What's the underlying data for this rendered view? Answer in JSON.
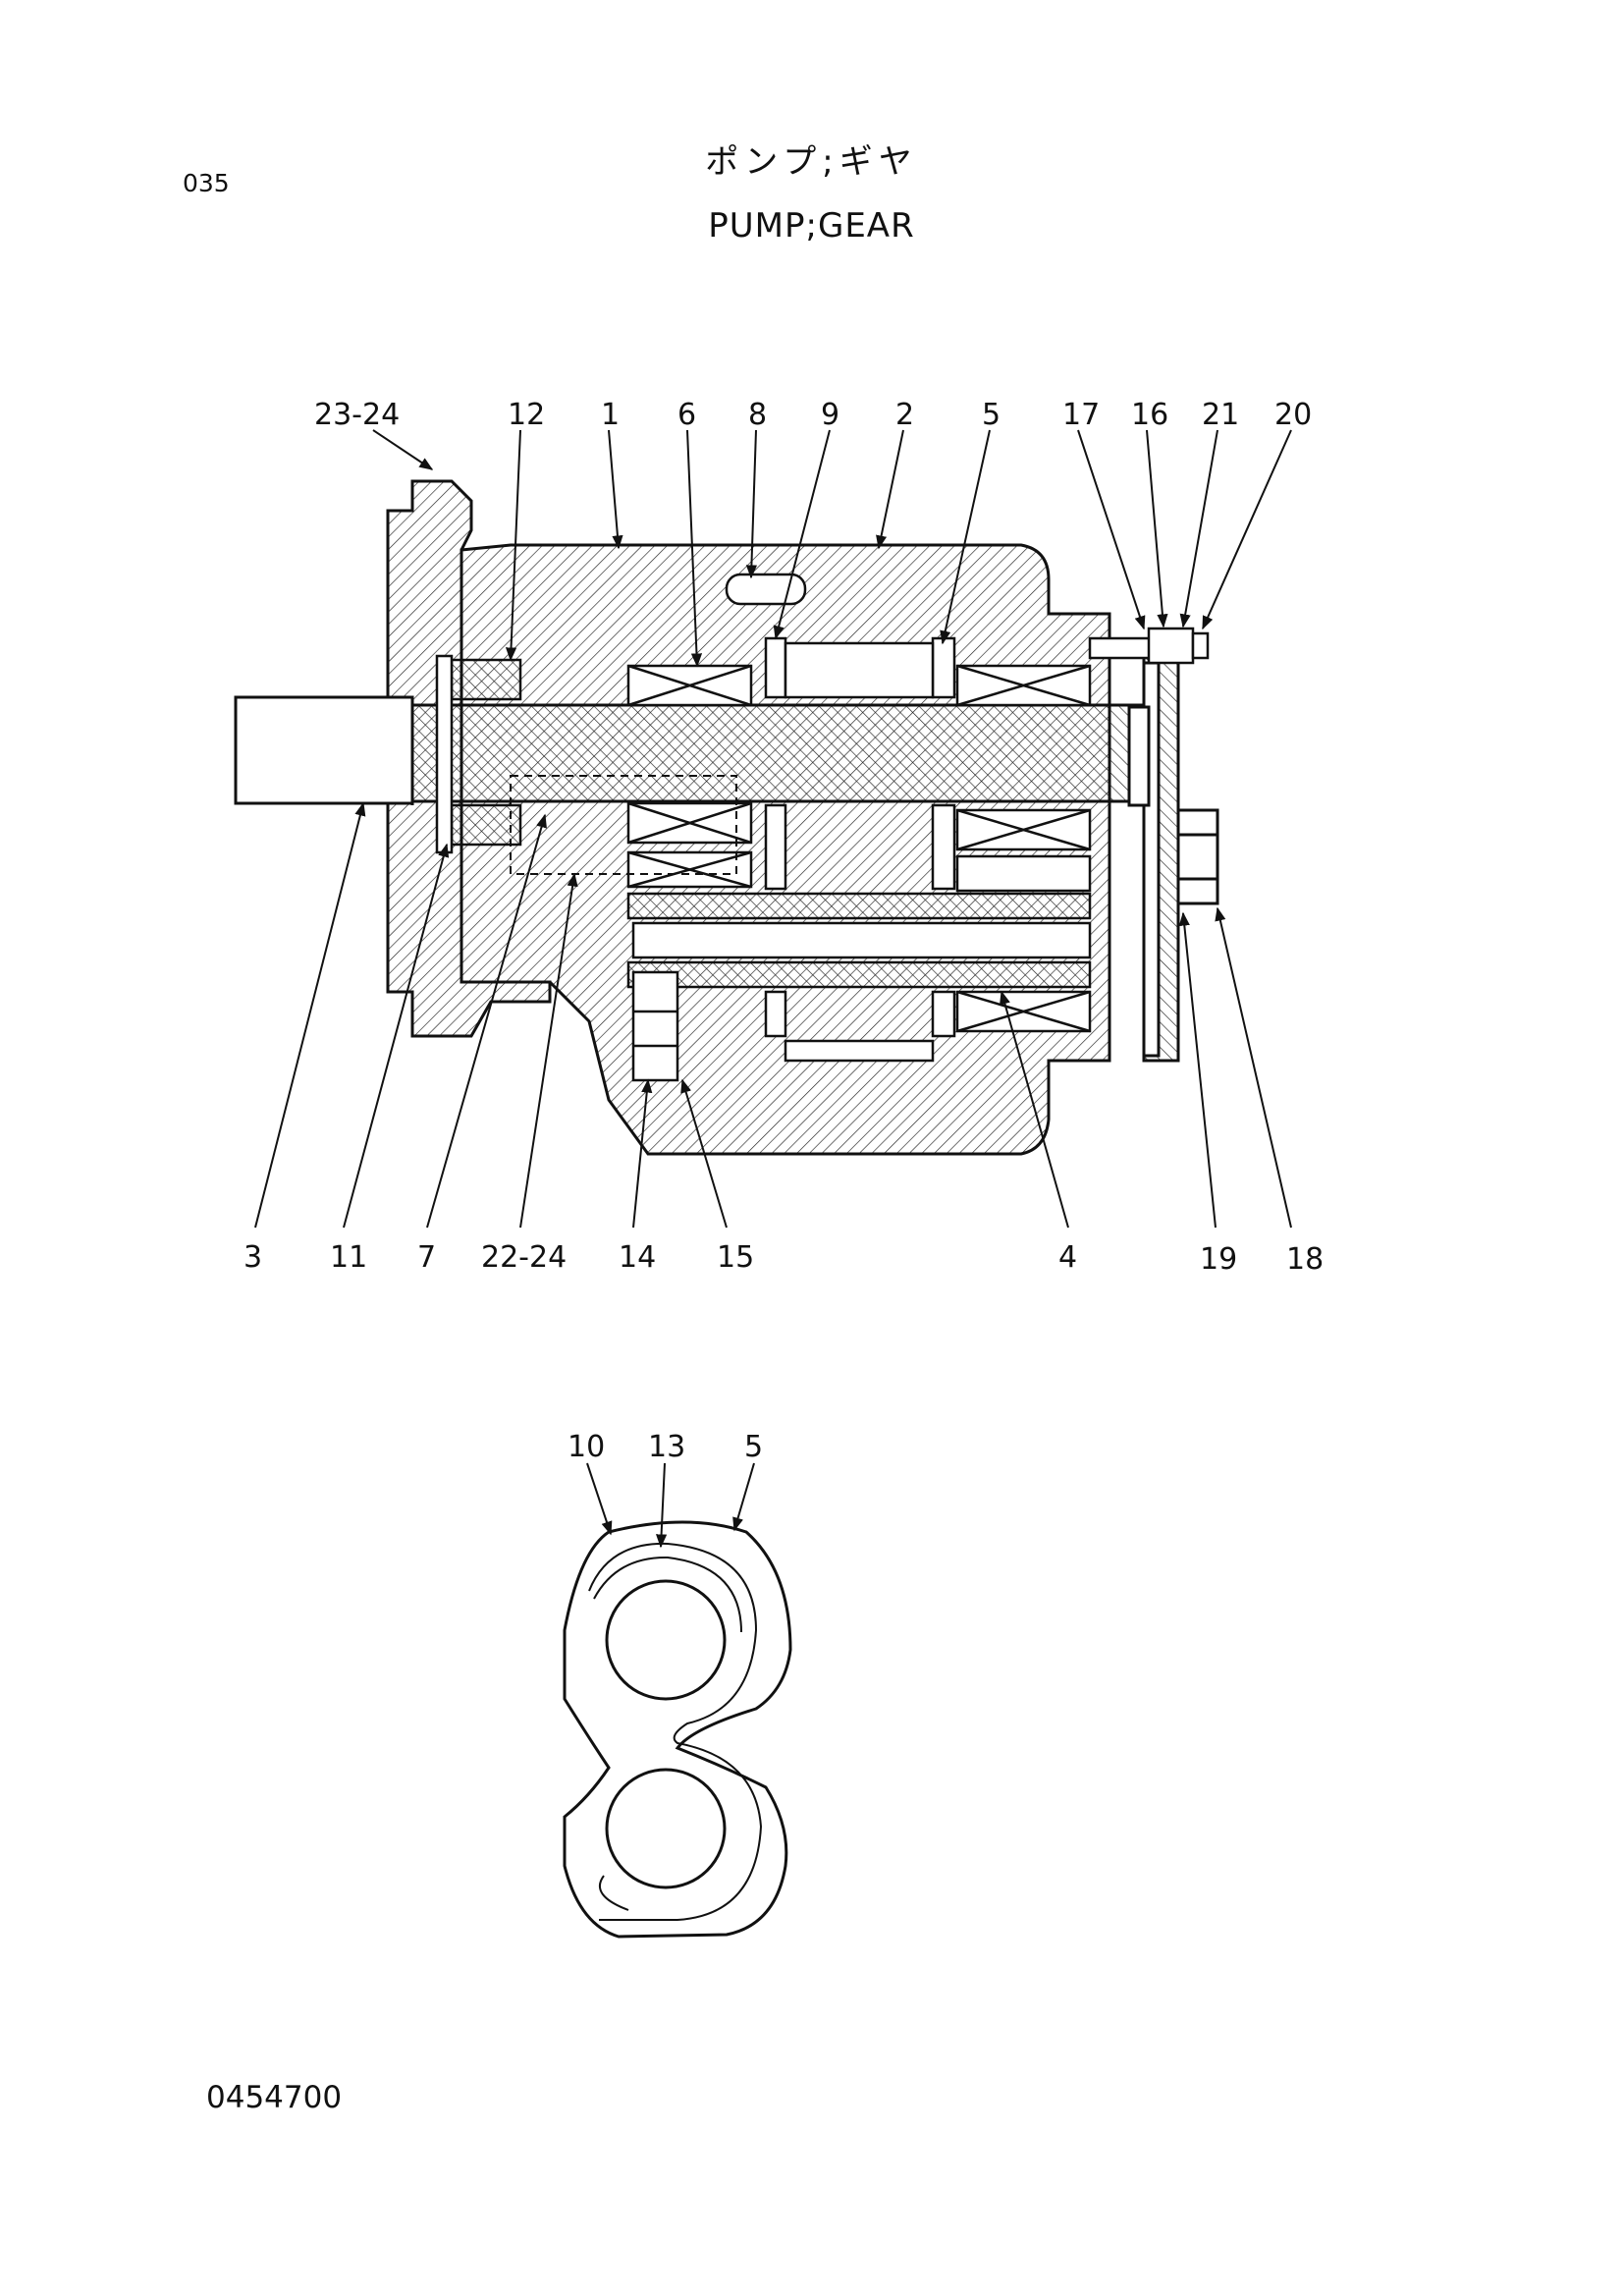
{
  "page": {
    "page_number": "035",
    "title_jp": "ポンプ;ギヤ",
    "title_en": "PUMP;GEAR",
    "doc_code": "0454700"
  },
  "callouts_top": [
    "23-24",
    "12",
    "1",
    "6",
    "8",
    "9",
    "2",
    "5",
    "17",
    "16",
    "21",
    "20"
  ],
  "callouts_bottom": [
    "3",
    "11",
    "7",
    "22-24",
    "14",
    "15",
    "4",
    "19",
    "18"
  ],
  "callouts_detail": [
    "10",
    "13",
    "5"
  ]
}
